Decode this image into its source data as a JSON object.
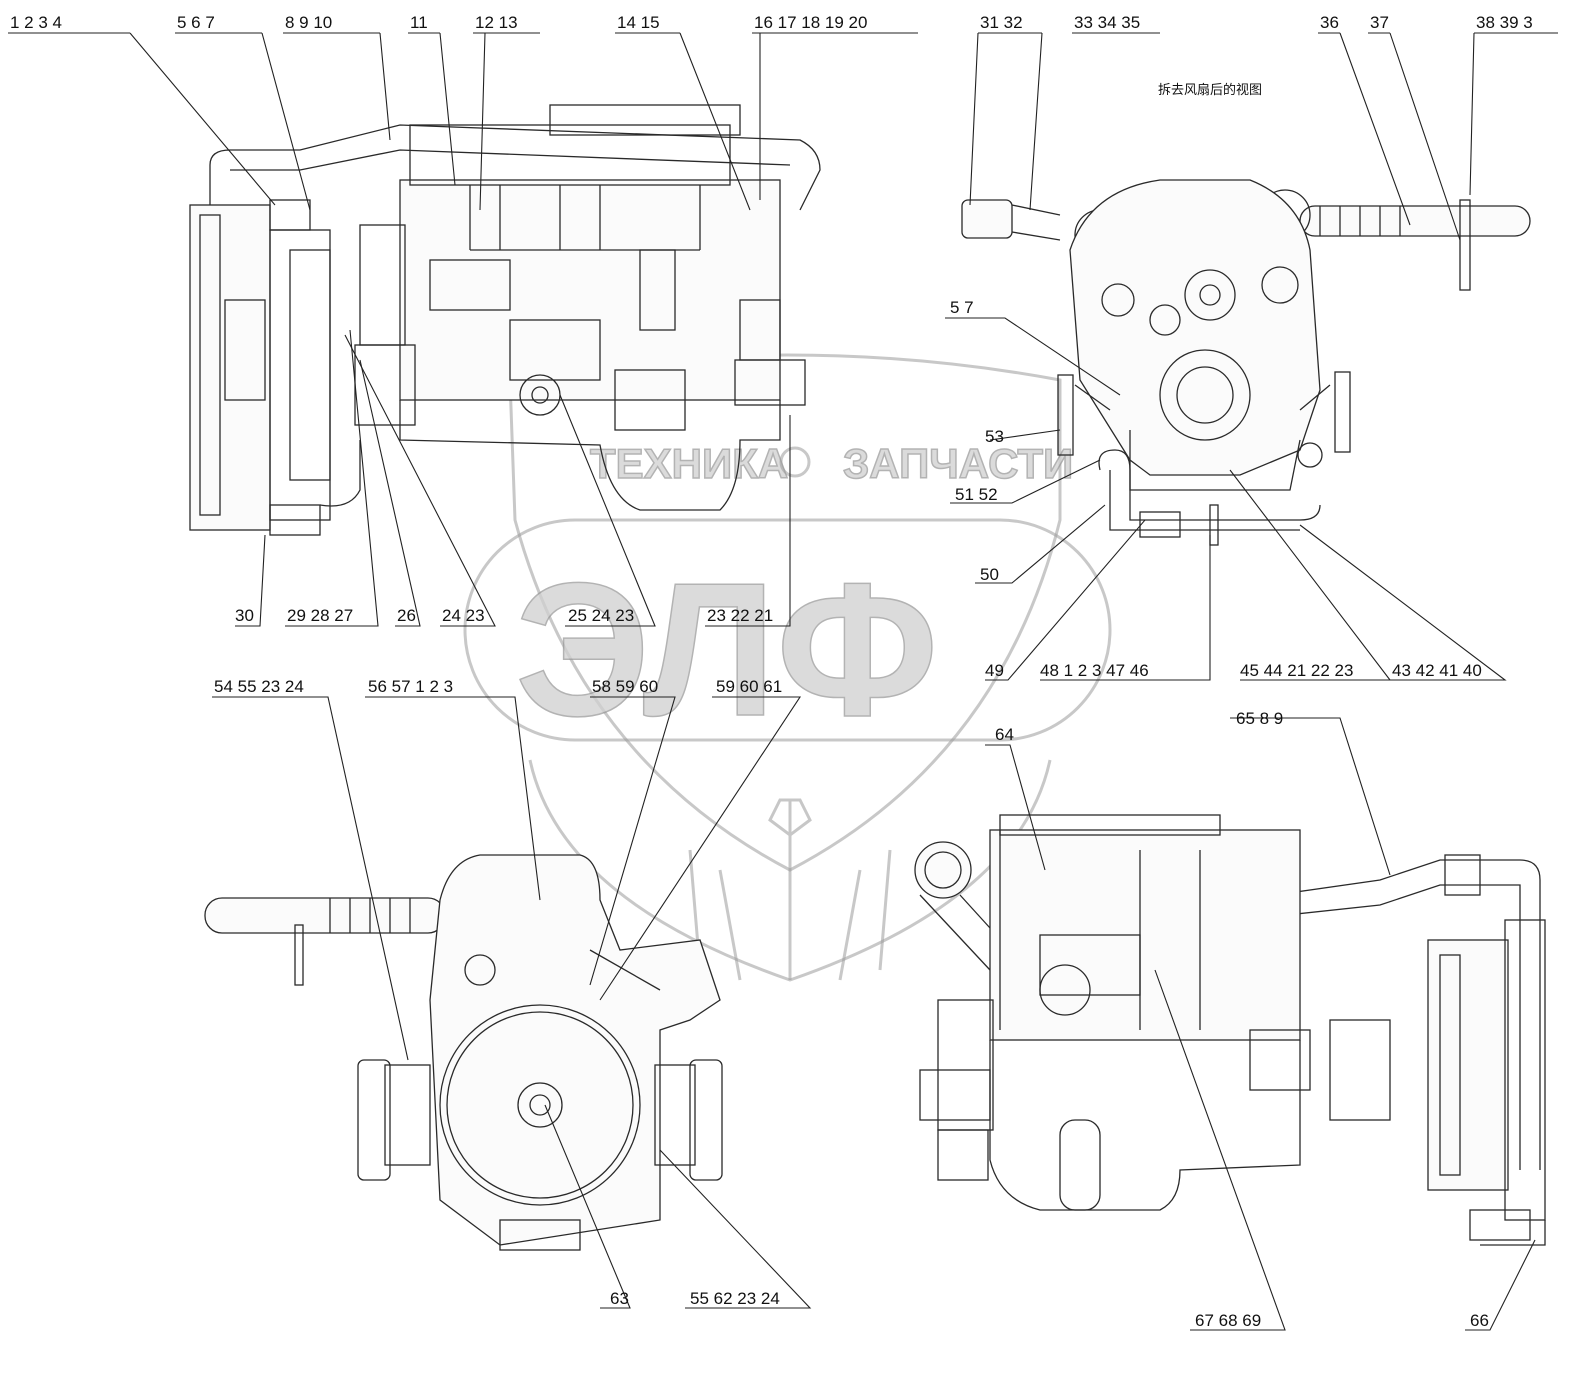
{
  "view_note": "拆去风扇后的视图",
  "watermark": {
    "line1": "ТЕХНИКА",
    "line2": "ЗАПЧАСТИ",
    "logo": "ЭЛФ"
  },
  "callouts": {
    "c1_4": "1 2 3 4",
    "c5_7": "5 6 7",
    "c8_10": "8 9 10",
    "c11": "11",
    "c12_13": "12 13",
    "c14_15": "14 15",
    "c16_20": "16 17 18 19 20",
    "c31_32": "31 32",
    "c33_35": "33 34 35",
    "c36": "36",
    "c37": "37",
    "c38_39_3": "38 39 3",
    "c5_7b": "5 7",
    "c53": "53",
    "c51_52": "51 52",
    "c50": "50",
    "c49": "49",
    "c30": "30",
    "c29_27": "29 28 27",
    "c26": "26",
    "c24_23": "24 23",
    "c25_24_23": "25 24 23",
    "c23_22_21": "23 22 21",
    "c48_46": "48 1 2 3 47 46",
    "c45_23": "45 44 21 22 23",
    "c43_40": "43 42 41 40",
    "c54_24": "54 55 23 24",
    "c56_3": "56 57 1 2 3",
    "c58_60": "58 59 60",
    "c59_61": "59 60 61",
    "c64": "64",
    "c65_9": "65 8 9",
    "c63": "63",
    "c55_24": "55 62 23 24",
    "c67_69": "67 68 69",
    "c66": "66"
  }
}
